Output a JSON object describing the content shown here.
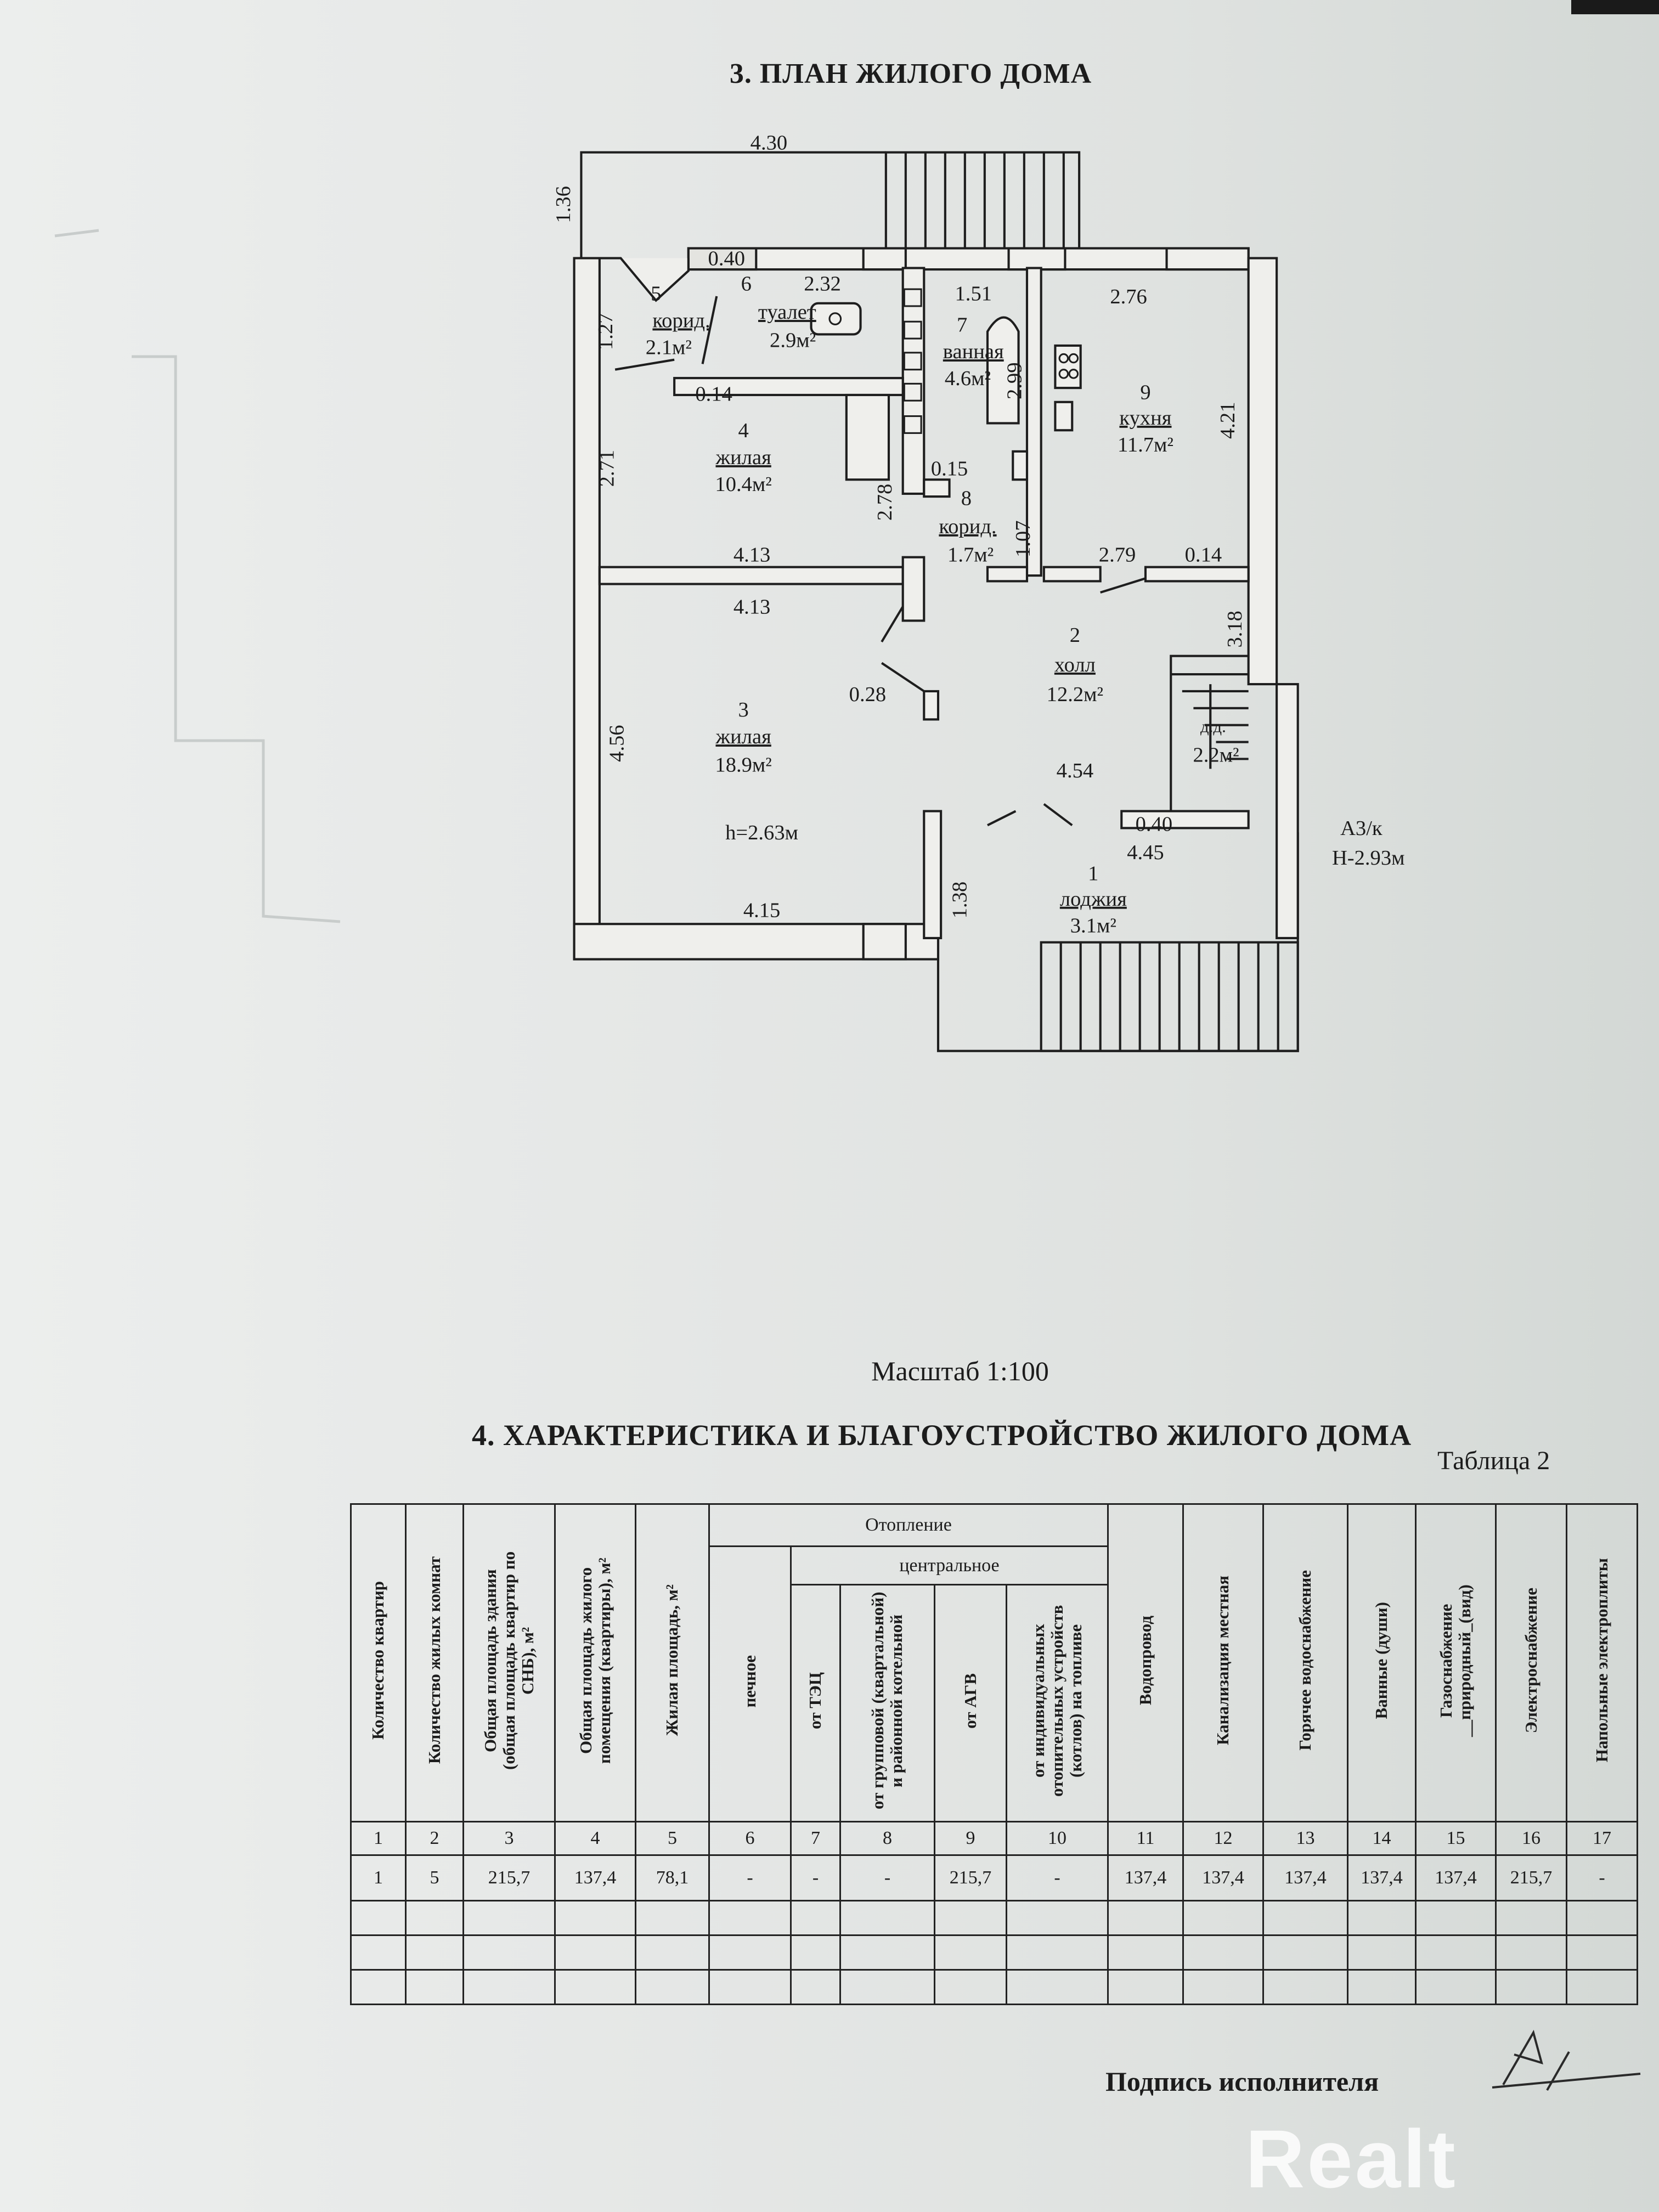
{
  "plan": {
    "title": "3. ПЛАН ЖИЛОГО ДОМА",
    "labels": {
      "d430": "4.30",
      "d136": "1.36",
      "d040a": "0.40",
      "r6": "6",
      "d232": "2.32",
      "r5": "5",
      "r5name": "корид.",
      "d127": "1.27",
      "r5area": "2.1м²",
      "r6name": "туалет",
      "r6area": "2.9м²",
      "d151": "1.51",
      "d276": "2.76",
      "r7": "7",
      "r7name": "ванная",
      "r7area": "4.6м²",
      "d299": "2.99",
      "d014a": "0.14",
      "r9": "9",
      "r9name": "кухня",
      "r9area": "11.7м²",
      "d421": "4.21",
      "r4": "4",
      "r4name": "жилая",
      "r4area": "10.4м²",
      "d271": "2.71",
      "d015": "0.15",
      "d278": "2.78",
      "r8": "8",
      "r8name": "корид.",
      "r8area": "1.7м²",
      "d107": "1.07",
      "d279": "2.79",
      "d014b": "0.14",
      "d413a": "4.13",
      "d413b": "4.13",
      "d318": "3.18",
      "r2": "2",
      "r2name": "холл",
      "r2area": "12.2м²",
      "d028": "0.28",
      "r3": "3",
      "r3name": "жилая",
      "r3area": "18.9м²",
      "d456": "4.56",
      "dd": "д.д.",
      "ddarea": "2.2м²",
      "d454": "4.54",
      "height": "h=2.63м",
      "d040b": "0.40",
      "d445": "4.45",
      "r1": "1",
      "r1name": "лоджия",
      "r1area": "3.1м²",
      "d138": "1.38",
      "d415": "4.15",
      "lit": "А3/к",
      "lit_h": "Н-2.93м"
    },
    "scale": "Масштаб 1:100"
  },
  "section4": {
    "title": "4. ХАРАКТЕРИСТИКА И БЛАГОУСТРОЙСТВО ЖИЛОГО ДОМА",
    "caption": "Таблица 2",
    "group_heating": "Отопление",
    "group_central": "центральное",
    "headers": [
      "Количество квартир",
      "Количество жилых комнат",
      "Общая площадь здания (общая площадь квартир по СНБ), м²",
      "Общая площадь жилого помещения (квартиры), м²",
      "Жилая площадь, м²",
      "печное",
      "от ТЭЦ",
      "от групповой (квартальной) и районной котельной",
      "от АГВ",
      "от индивидуальных отопительных устройств (котлов) на топливе",
      "Водопровод",
      "Канализация местная",
      "Горячее водоснабжение",
      "Ванные (души)",
      "Газоснабжение __природный_(вид)",
      "Электроснабжение",
      "Напольные электроплиты"
    ],
    "numbers": [
      "1",
      "2",
      "3",
      "4",
      "5",
      "6",
      "7",
      "8",
      "9",
      "10",
      "11",
      "12",
      "13",
      "14",
      "15",
      "16",
      "17"
    ],
    "row": [
      "1",
      "5",
      "215,7",
      "137,4",
      "78,1",
      "-",
      "-",
      "-",
      "215,7",
      "-",
      "137,4",
      "137,4",
      "137,4",
      "137,4",
      "137,4",
      "215,7",
      "-"
    ]
  },
  "signature_label": "Подпись исполнителя",
  "watermark": "Realt"
}
